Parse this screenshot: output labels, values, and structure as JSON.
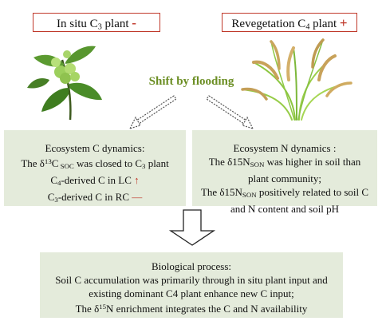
{
  "top_left": {
    "title": "In situ C",
    "sub": "3",
    "title_tail": " plant",
    "sign": "-"
  },
  "top_right": {
    "title": "Revegetation C",
    "sub": "4",
    "title_tail": " plant",
    "sign": "+"
  },
  "shift_label": "Shift by flooding",
  "c_panel": {
    "heading": "Ecosystem C dynamics:",
    "l1_a": "The δ",
    "l1_sup": "13",
    "l1_b": "C",
    "l1_sub": " SOC",
    "l1_c": "  was closed to C",
    "l1_sub2": "3",
    "l1_d": " plant",
    "l2_a": "C",
    "l2_sub": "4",
    "l2_b": "-derived C in LC ",
    "l2_mark": "↑",
    "l3_a": "C",
    "l3_sub": "3",
    "l3_b": "-derived C in RC ",
    "l3_mark": "—"
  },
  "n_panel": {
    "heading": "Ecosystem N dynamics :",
    "l1_a": "The δ15N",
    "l1_sub": "SON",
    "l1_b": " was higher in soil than",
    "l2": "plant community;",
    "l3_a": "The δ15N",
    "l3_sub": "SON",
    "l3_b": " positively related to soil C",
    "l4": "and N content and soil pH"
  },
  "bio_panel": {
    "heading": "Biological process:",
    "l1": "Soil C accumulation was primarily through in situ plant input and",
    "l2": "existing dominant C4 plant enhance new C input;",
    "l3_a": "The δ",
    "l3_sup": "15",
    "l3_b": "N enrichment integrates the  C and N availability"
  },
  "colors": {
    "accent_red": "#c0392b",
    "label_green": "#6b8e23",
    "panel_bg": "#e4ebdb"
  }
}
